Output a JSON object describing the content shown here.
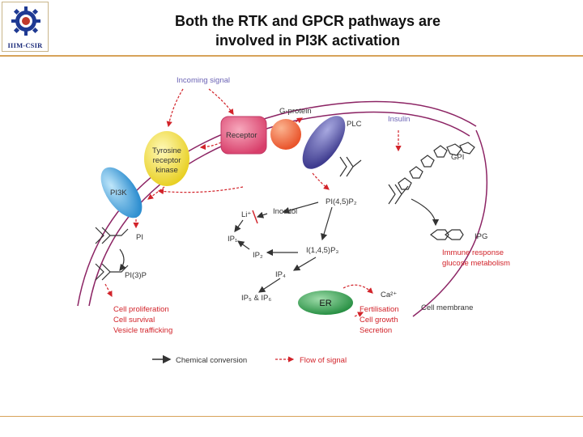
{
  "logo": {
    "text": "IIIM-CSIR"
  },
  "title": {
    "line1": "Both the RTK and GPCR pathways are",
    "line2": "involved in PI3K activation"
  },
  "diagram": {
    "incoming_signal": "Incoming signal",
    "g_protein": "G-protein",
    "receptor": "Receptor",
    "plc": "PLC",
    "insulin": "Insulin",
    "tyrosine_kinase": [
      "Tyrosine",
      "receptor",
      "kinase"
    ],
    "gpi": "GPI",
    "pi3k": "PI3K",
    "pi45p2": "PI(4,5)P₂",
    "li": "Li⁺",
    "inositol": "Inositol",
    "ip1": "IP₁",
    "ip2": "IP₂",
    "pi": "PI",
    "i145p3": "I(1,4,5)P₃",
    "ipg": "IPG",
    "immune": [
      "Immune response",
      "glucose metabolism"
    ],
    "pi3p": "PI(3)P",
    "ip4": "IP₄",
    "ip5ip6": "IP₅ & IP₆",
    "ca": "Ca²⁺",
    "er": "ER",
    "cell_membrane": "Cell membrane",
    "outcomes_left": [
      "Cell proliferation",
      "Cell survival",
      "Vesicle trafficking"
    ],
    "outcomes_right": [
      "Fertilisation",
      "Cell growth",
      "Secretion"
    ],
    "legend": {
      "chemical": "Chemical conversion",
      "signal": "Flow of signal"
    },
    "colors": {
      "signal": "#d2232a",
      "membrane": "#8c2464",
      "receptor": "#e3567e",
      "gprotein": "#f06a3c",
      "plc": "#5d5aa8",
      "pi3k": "#49a9e0",
      "rtk": "#f3e034",
      "er": "#2f9b4b"
    }
  }
}
